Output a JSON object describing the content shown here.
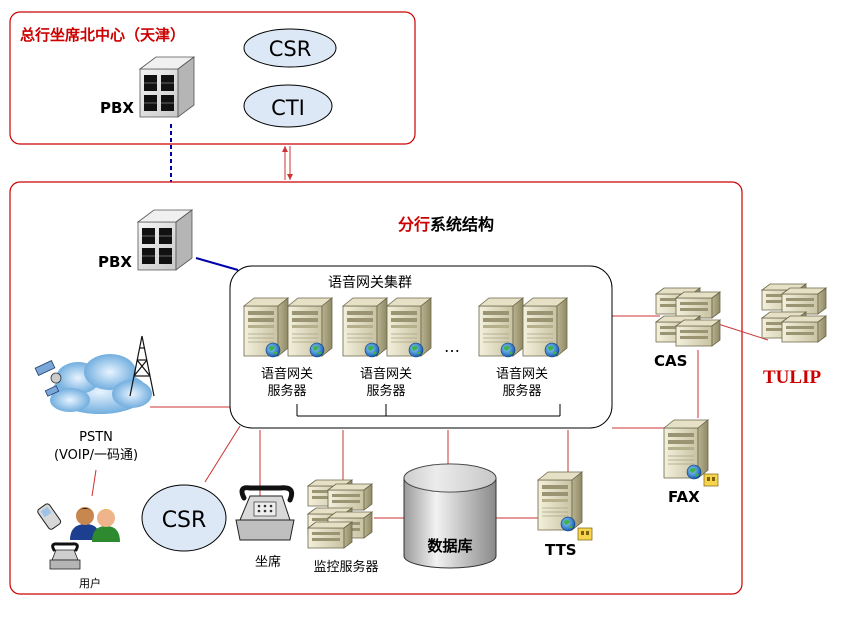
{
  "hq": {
    "title": "总行坐席北中心（天津）",
    "pbx": "PBX",
    "csr": "CSR",
    "cti": "CTI"
  },
  "branch": {
    "title_red": "分行",
    "title_rest": "系统结构",
    "pbx": "PBX",
    "cluster_title": "语音网关集群",
    "gateway_label_line1": "语音网关",
    "gateway_label_line2": "服务器",
    "ellipsis": "…",
    "cas": "CAS",
    "tulip": "TULIP",
    "fax": "FAX",
    "tts": "TTS",
    "db": "数据库",
    "monitor": "监控服务器",
    "seat": "坐席",
    "csr": "CSR",
    "pstn_line1": "PSTN",
    "pstn_line2": "(VOIP/一码通)",
    "user": "用户"
  },
  "colors": {
    "frame": "#cc0000",
    "link_red": "#cc3333",
    "link_blue": "#0000aa",
    "bubble": "#dde8f6",
    "title_red": "#cc0000"
  }
}
